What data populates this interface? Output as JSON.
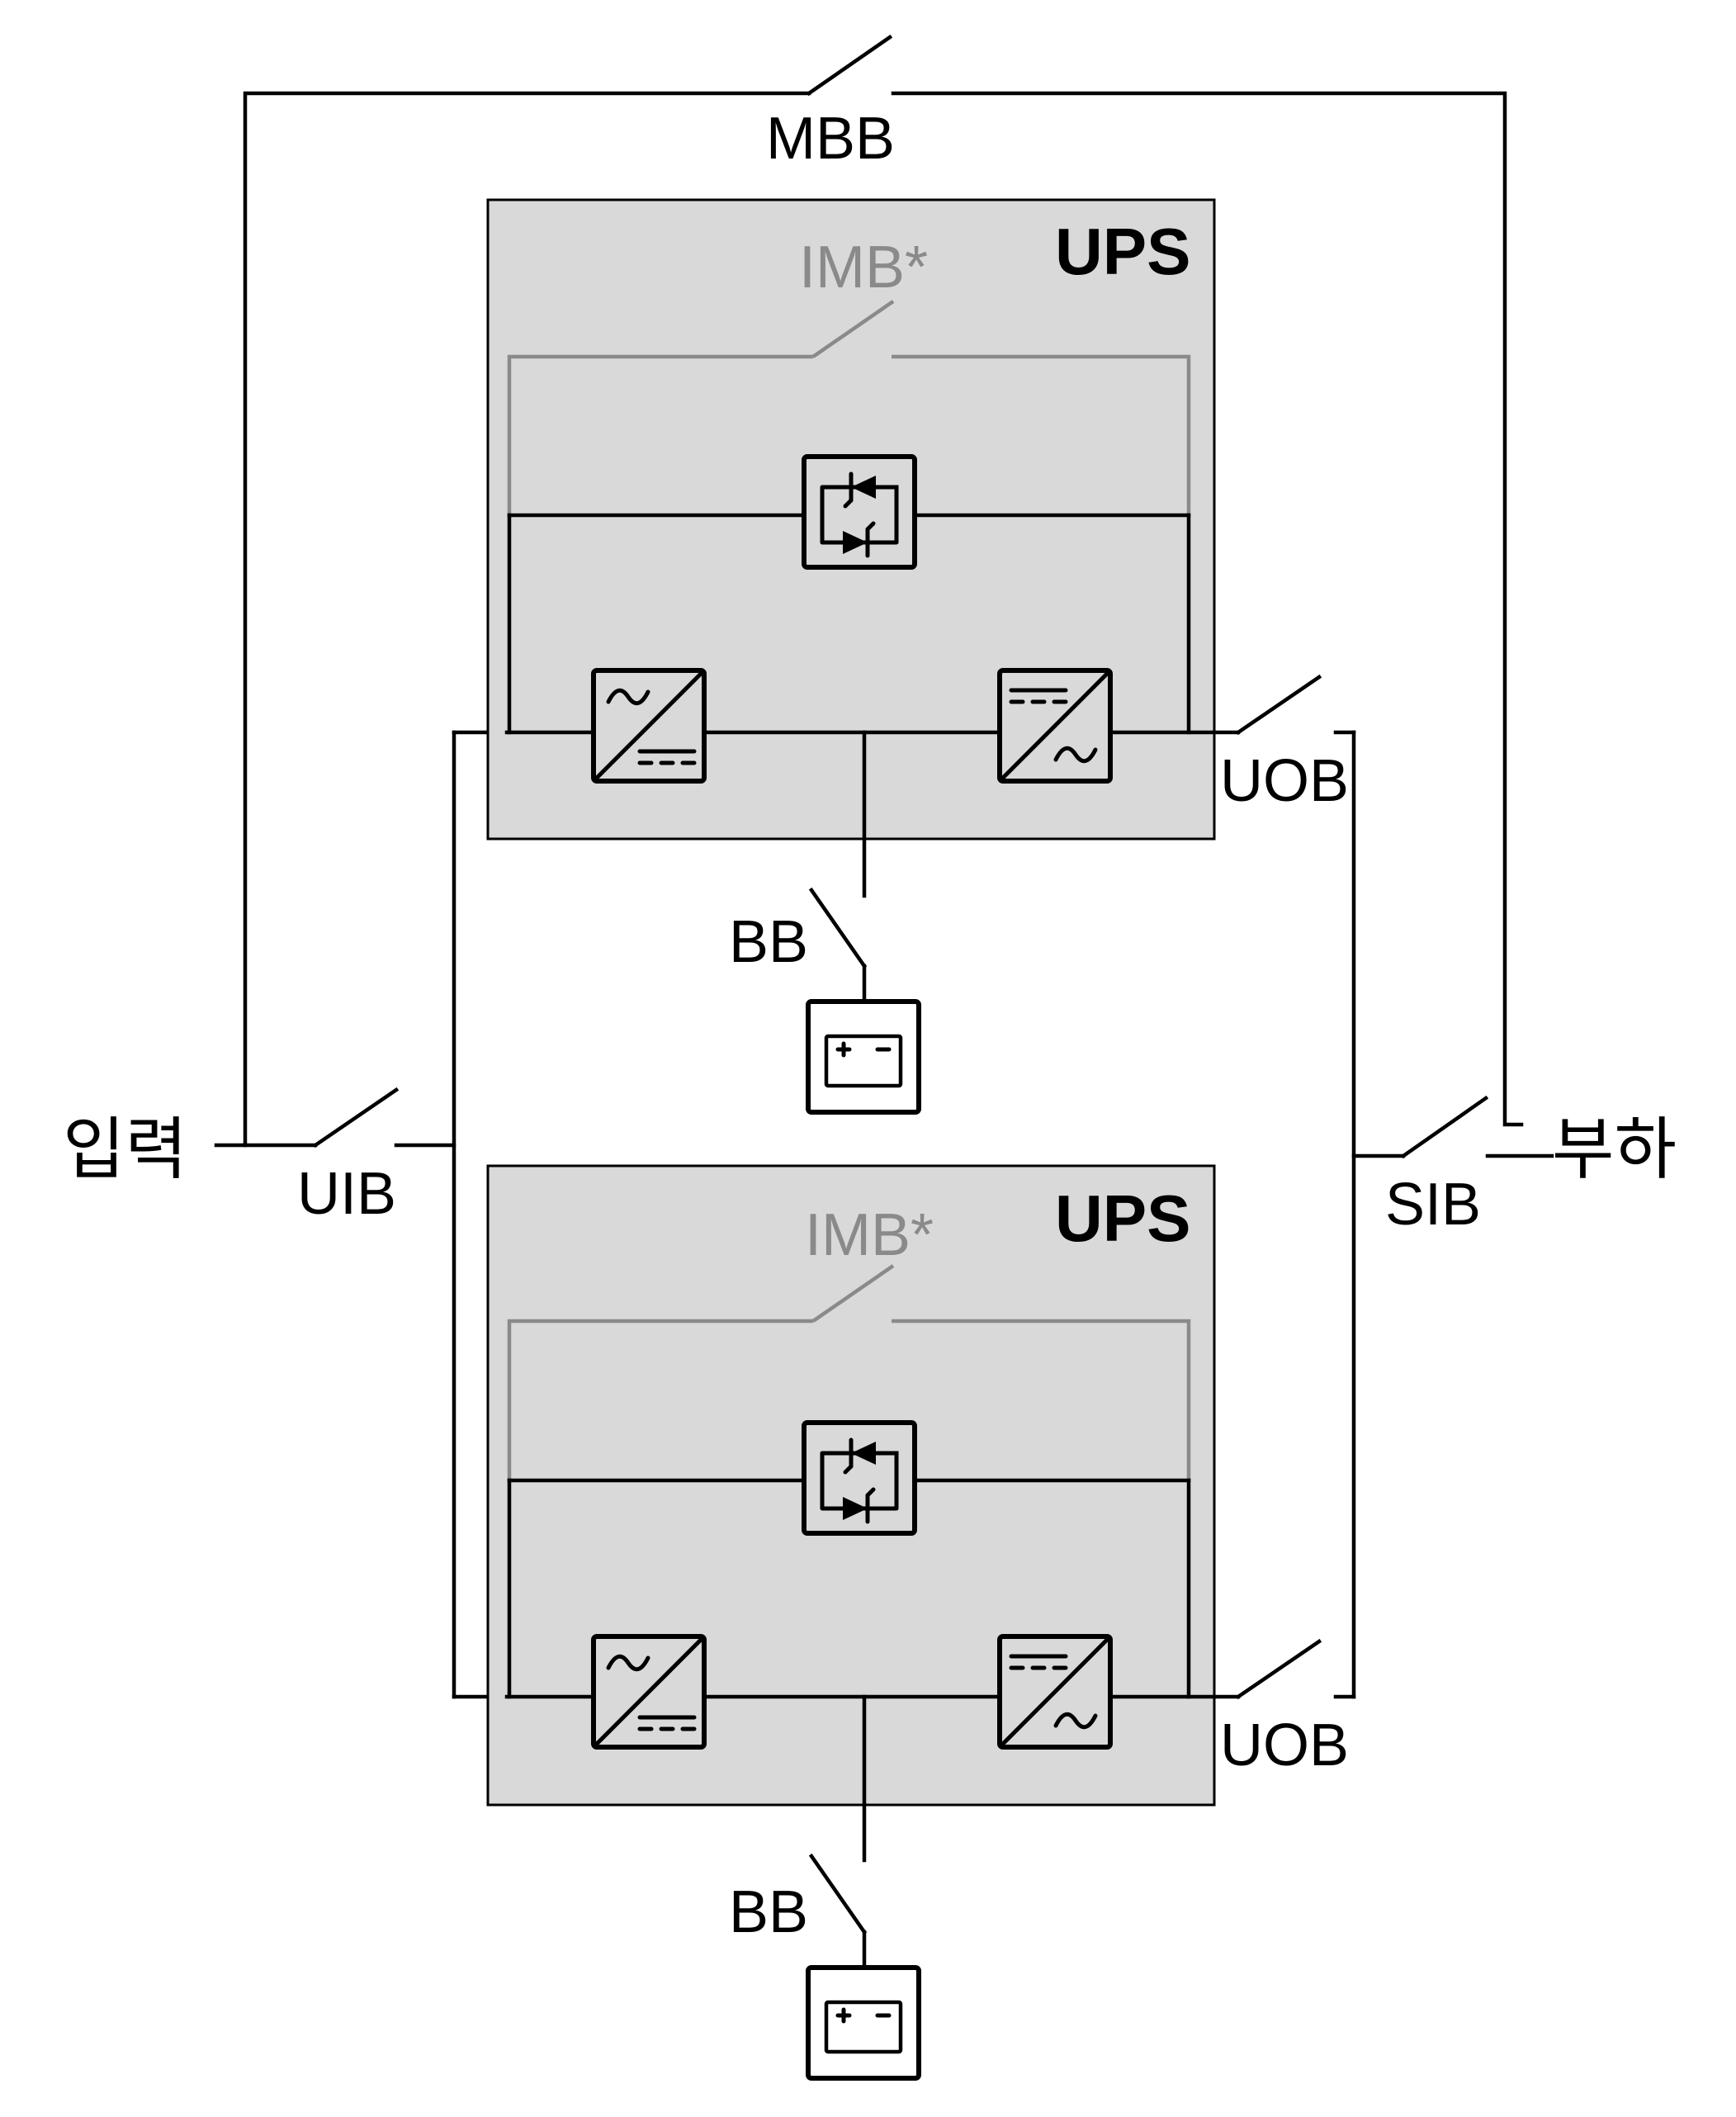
{
  "labels": {
    "input": "입력",
    "load": "부하",
    "mbb": "MBB",
    "uib": "UIB",
    "sib": "SIB",
    "ups_top": "UPS",
    "ups_bottom": "UPS",
    "imb_top": "IMB*",
    "imb_bottom": "IMB*",
    "uob_top": "UOB",
    "uob_bottom": "UOB",
    "bb_top": "BB",
    "bb_bottom": "BB"
  },
  "colors": {
    "wire": "#000000",
    "bypass_wire": "#8a8a8a",
    "ups_fill": "#d9d9d9"
  },
  "icons": [
    "static-switch-icon",
    "rectifier-icon",
    "inverter-icon",
    "battery-icon"
  ]
}
